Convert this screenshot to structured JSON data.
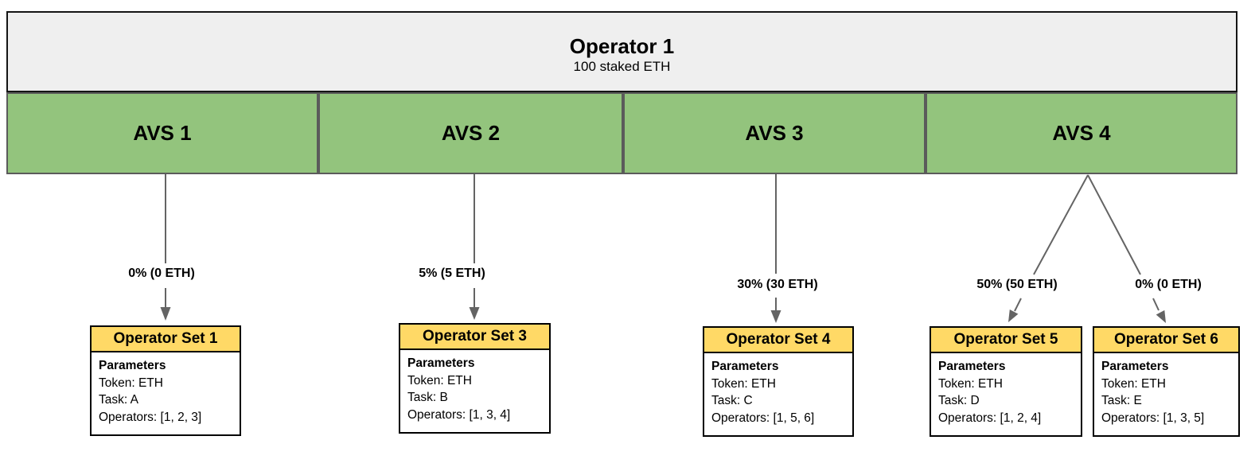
{
  "operator": {
    "title": "Operator 1",
    "subtitle": "100 staked ETH"
  },
  "avs": [
    {
      "label": "AVS 1"
    },
    {
      "label": "AVS 2"
    },
    {
      "label": "AVS 3"
    },
    {
      "label": "AVS 4"
    }
  ],
  "allocations": [
    {
      "from": "AVS 1",
      "to": "Operator Set 1",
      "label": "0% (0 ETH)"
    },
    {
      "from": "AVS 2",
      "to": "Operator Set 3",
      "label": "5% (5 ETH)"
    },
    {
      "from": "AVS 3",
      "to": "Operator Set 4",
      "label": "30% (30 ETH)"
    },
    {
      "from": "AVS 4",
      "to": "Operator Set 5",
      "label": "50% (50 ETH)"
    },
    {
      "from": "AVS 4",
      "to": "Operator Set 6",
      "label": "0% (0 ETH)"
    }
  ],
  "operator_sets": [
    {
      "title": "Operator Set 1",
      "params_heading": "Parameters",
      "token": "Token: ETH",
      "task": "Task: A",
      "operators": "Operators: [1, 2, 3]"
    },
    {
      "title": "Operator Set 3",
      "params_heading": "Parameters",
      "token": "Token: ETH",
      "task": "Task: B",
      "operators": "Operators: [1, 3, 4]"
    },
    {
      "title": "Operator Set 4",
      "params_heading": "Parameters",
      "token": "Token: ETH",
      "task": "Task: C",
      "operators": "Operators: [1, 5, 6]"
    },
    {
      "title": "Operator Set 5",
      "params_heading": "Parameters",
      "token": "Token: ETH",
      "task": "Task: D",
      "operators": "Operators: [1, 2, 4]"
    },
    {
      "title": "Operator Set 6",
      "params_heading": "Parameters",
      "token": "Token: ETH",
      "task": "Task: E",
      "operators": "Operators: [1, 3, 5]"
    }
  ],
  "colors": {
    "operator_header_bg": "#efefef",
    "avs_bg": "#93c47d",
    "avs_border": "#5b5b5b",
    "set_header_bg": "#ffd966",
    "box_border": "#000000",
    "arrow": "#646464",
    "text": "#000000"
  }
}
